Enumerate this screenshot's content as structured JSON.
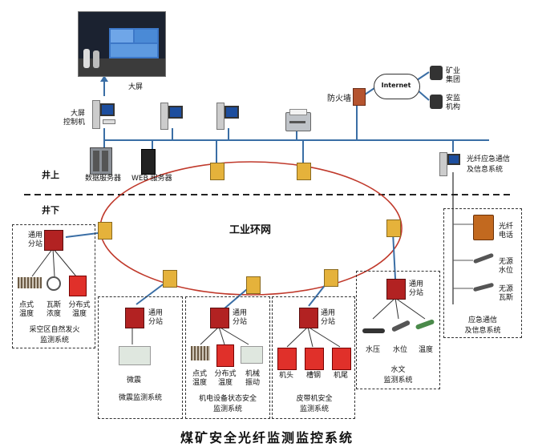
{
  "title": "煤矿安全光纤监测监控系统",
  "zones": {
    "above": "井上",
    "below": "井下"
  },
  "ring": "工业环网",
  "surface": {
    "big_screen": "大屏",
    "big_screen_ctrl": "大屏\n控制机",
    "data_server": "数据服务器",
    "web_server": "WEB 服务器",
    "firewall": "防火墙",
    "internet": "Internet",
    "mining_group": "矿业\n集团",
    "safety_org": "安监\n机构",
    "fiber_emergency_top": "光纤应急通信\n及信息系统"
  },
  "station": "通用\n分站",
  "systems": {
    "goaf": {
      "label": "采空区自然发火\n监测系统",
      "sensors": [
        "点式\n温度",
        "瓦斯\n浓度",
        "分布式\n温度"
      ]
    },
    "seismic": {
      "label": "微震监测系统",
      "sensors": [
        "微震"
      ]
    },
    "mech": {
      "label": "机电设备状态安全\n监测系统",
      "sensors": [
        "点式\n温度",
        "分布式\n温度",
        "机械\n振动"
      ]
    },
    "belt": {
      "label": "皮带机安全\n监测系统",
      "sensors": [
        "机头",
        "槽钢",
        "机尾"
      ]
    },
    "hydro": {
      "label": "水文\n监测系统",
      "sensors": [
        "水压",
        "水位",
        "温度"
      ]
    },
    "emergency": {
      "label": "应急通信\n及信息系统",
      "sensors": [
        "光纤\n电话",
        "无源\n水位",
        "无源\n瓦斯"
      ]
    }
  },
  "colors": {
    "ring": "#c0392b",
    "line": "#3a6ea5",
    "station": "#b22222",
    "switch": "#e5b23b"
  }
}
